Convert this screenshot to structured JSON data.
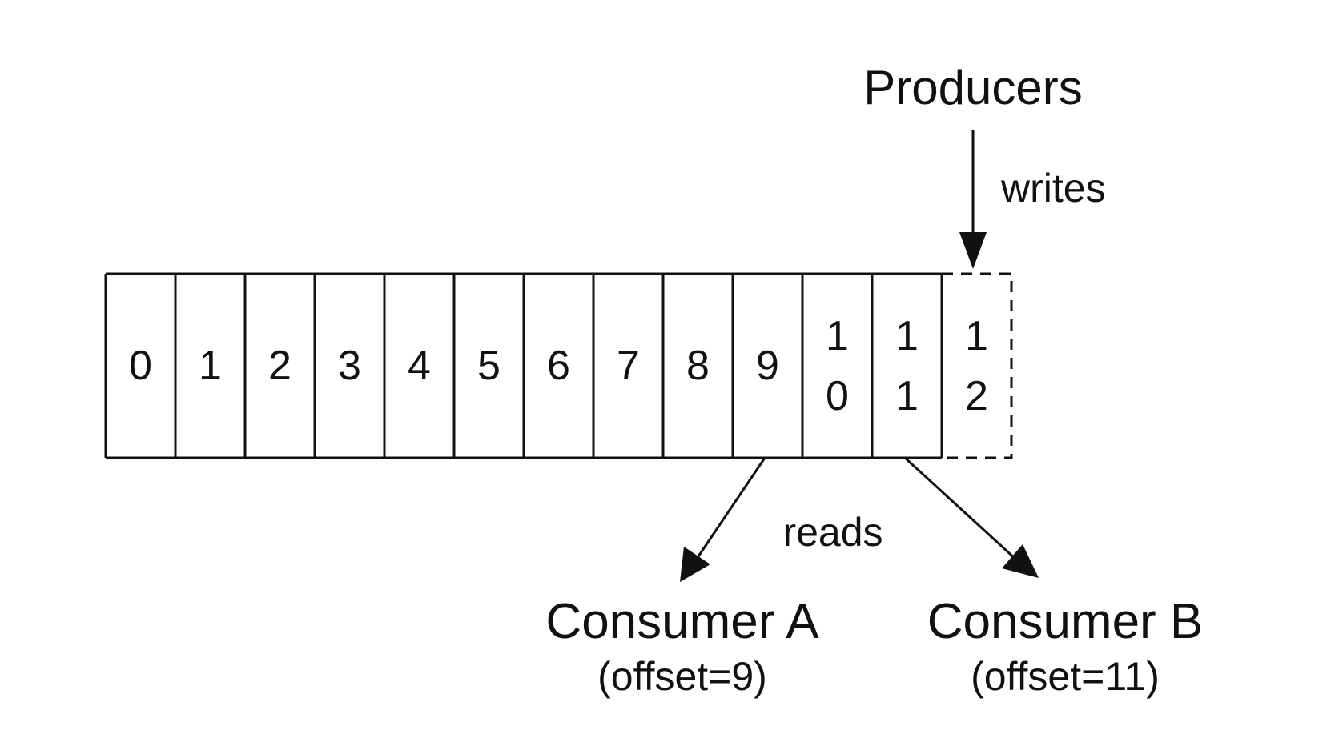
{
  "log": {
    "cells": [
      {
        "lines": [
          "0"
        ],
        "pending": false
      },
      {
        "lines": [
          "1"
        ],
        "pending": false
      },
      {
        "lines": [
          "2"
        ],
        "pending": false
      },
      {
        "lines": [
          "3"
        ],
        "pending": false
      },
      {
        "lines": [
          "4"
        ],
        "pending": false
      },
      {
        "lines": [
          "5"
        ],
        "pending": false
      },
      {
        "lines": [
          "6"
        ],
        "pending": false
      },
      {
        "lines": [
          "7"
        ],
        "pending": false
      },
      {
        "lines": [
          "8"
        ],
        "pending": false
      },
      {
        "lines": [
          "9"
        ],
        "pending": false
      },
      {
        "lines": [
          "1",
          "0"
        ],
        "pending": false
      },
      {
        "lines": [
          "1",
          "1"
        ],
        "pending": false
      },
      {
        "lines": [
          "1",
          "2"
        ],
        "pending": true
      }
    ]
  },
  "producers": {
    "label": "Producers",
    "action": "writes"
  },
  "reads_label": "reads",
  "consumers": [
    {
      "name": "Consumer A",
      "offset_text": "(offset=9)",
      "offset": 9
    },
    {
      "name": "Consumer B",
      "offset_text": "(offset=11)",
      "offset": 11
    }
  ],
  "colors": {
    "stroke": "#111111",
    "background": "#ffffff"
  }
}
